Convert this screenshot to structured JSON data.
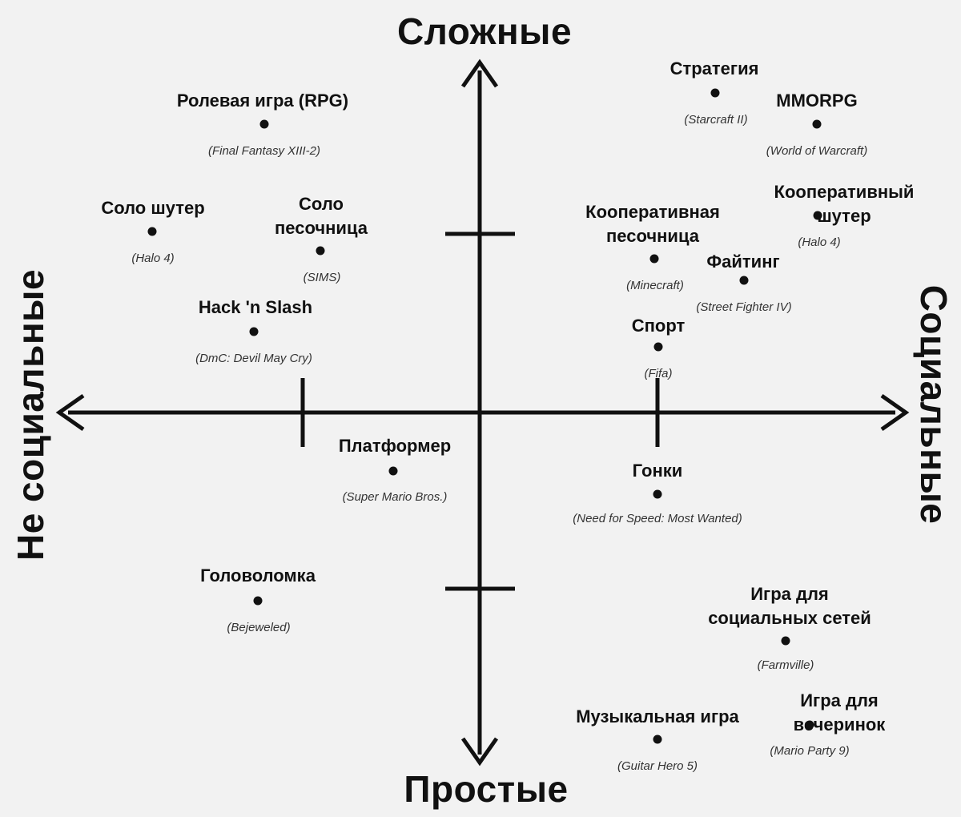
{
  "axes": {
    "top": "Сложные",
    "bottom": "Простые",
    "left": "Не социальные",
    "right": "Социальные"
  },
  "genres": [
    {
      "id": "rpg",
      "name": "Ролевая игра (RPG)",
      "example": "(Final Fantasy XIII-2)"
    },
    {
      "id": "solo-shooter",
      "name": "Соло шутер",
      "example": "(Halo 4)"
    },
    {
      "id": "solo-sandbox",
      "name": "Соло\nпесочница",
      "example": "(SIMS)"
    },
    {
      "id": "hack-n-slash",
      "name": "Hack 'n Slash",
      "example": "(DmC: Devil May Cry)"
    },
    {
      "id": "platformer",
      "name": "Платформер",
      "example": "(Super Mario Bros.)"
    },
    {
      "id": "puzzle",
      "name": "Головоломка",
      "example": "(Bejeweled)"
    },
    {
      "id": "strategy",
      "name": "Стратегия",
      "example": "(Starcraft II)"
    },
    {
      "id": "mmorpg",
      "name": "MMORPG",
      "example": "(World of Warcraft)"
    },
    {
      "id": "coop-shooter",
      "name": "Кооперативный шутер",
      "example": "(Halo 4)"
    },
    {
      "id": "coop-sandbox",
      "name": "Кооперативная\nпесочница",
      "example": "(Minecraft)"
    },
    {
      "id": "fighting",
      "name": "Файтинг",
      "example": "(Street Fighter IV)"
    },
    {
      "id": "sport",
      "name": "Спорт",
      "example": "(Fifa)"
    },
    {
      "id": "racing",
      "name": "Гонки",
      "example": "(Need for Speed: Most Wanted)"
    },
    {
      "id": "social-game",
      "name": "Игра для\nсоциальных сетей",
      "example": "(Farmville)"
    },
    {
      "id": "party-game",
      "name": "Игра для вечеринок",
      "example": "(Mario Party 9)"
    },
    {
      "id": "music-game",
      "name": "Музыкальная игра",
      "example": "(Guitar Hero 5)"
    }
  ]
}
